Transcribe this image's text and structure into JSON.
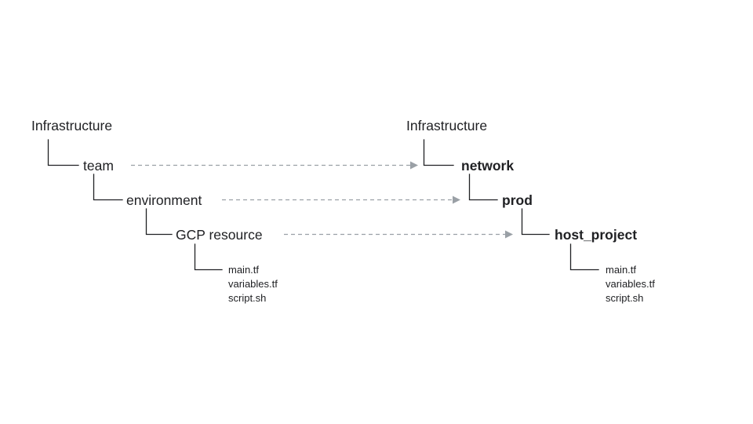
{
  "diagram": {
    "type": "tree-mapping-diagram",
    "background_color": "#ffffff",
    "text_color": "#202124",
    "connector_color": "#202124",
    "arrow_color": "#9aa0a6",
    "left_tree": {
      "root": "Infrastructure",
      "nodes": [
        {
          "label": "team",
          "bold": false
        },
        {
          "label": "environment",
          "bold": false
        },
        {
          "label": "GCP resource",
          "bold": false
        }
      ],
      "files": [
        "main.tf",
        "variables.tf",
        "script.sh"
      ]
    },
    "right_tree": {
      "root": "Infrastructure",
      "nodes": [
        {
          "label": "network",
          "bold": true
        },
        {
          "label": "prod",
          "bold": true
        },
        {
          "label": "host_project",
          "bold": true
        }
      ],
      "files": [
        "main.tf",
        "variables.tf",
        "script.sh"
      ]
    },
    "mappings": [
      {
        "from": "team",
        "to": "network"
      },
      {
        "from": "environment",
        "to": "prod"
      },
      {
        "from": "GCP resource",
        "to": "host_project"
      }
    ]
  }
}
